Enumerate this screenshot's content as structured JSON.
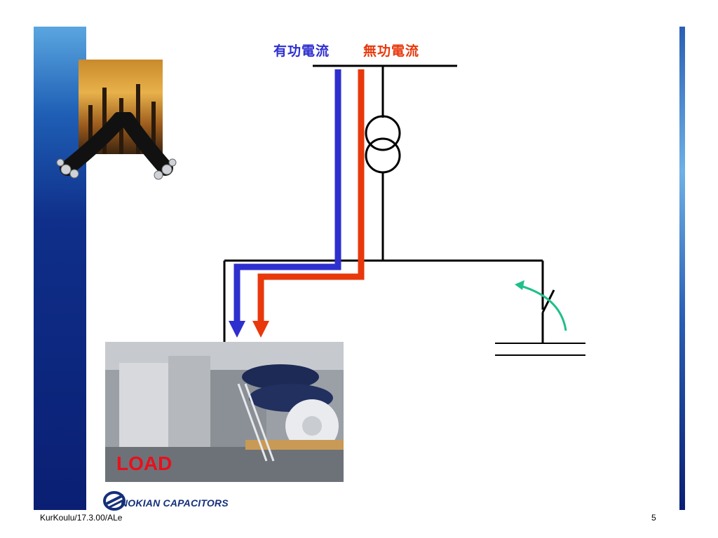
{
  "legend": {
    "active_current": "有功電流",
    "reactive_current": "無功電流"
  },
  "colors": {
    "active_current": "#2e2fcf",
    "reactive_current": "#e8380c",
    "compensation_arrow": "#1fbf8a",
    "band_dark": "#0a1f73",
    "band_light": "#5aa6e0"
  },
  "load": {
    "label": "LOAD"
  },
  "logo": {
    "text": "NOKIAN CAPACITORS"
  },
  "footer": {
    "reference": "KurKoulu/17.3.00/ALe",
    "page_number": "5"
  }
}
